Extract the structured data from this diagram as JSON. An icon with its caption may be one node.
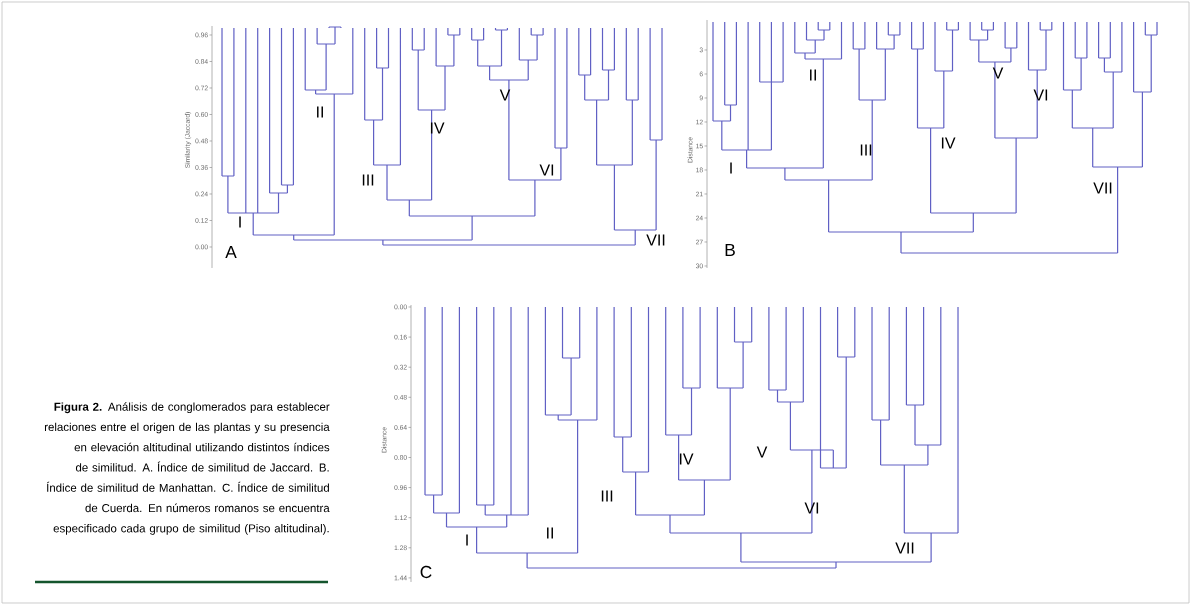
{
  "diagram": {
    "caption": "**Figura 2.** Análisis de conglomerados para establecer relaciones entre el origen de las plantas y su presencia en elevación altitudinal utilizando distintos índices de similitud. A. Índice de similitud de Jaccard. B. Índice de similitud de Manhattan. C. Índice de similitud de Cuerda. En números romanos se encuentra especificado cada grupo de similitud (Piso altitudinal).",
    "labels": [
      "0.96",
      "0.84",
      "0.72",
      "0.60",
      "0.48",
      "0.36",
      "0.24",
      "0.12",
      "0.00",
      "Similarity (Jaccard)",
      "I",
      "II",
      "III",
      "IV",
      "V",
      "VI",
      "VII",
      "A",
      "3",
      "6",
      "9",
      "12",
      "15",
      "18",
      "21",
      "24",
      "27",
      "30",
      "Distance",
      "I",
      "II",
      "III",
      "IV",
      "V",
      "VI",
      "VII",
      "B",
      "0.00",
      "0.16",
      "0.32",
      "0.48",
      "0.64",
      "0.80",
      "0.96",
      "1.12",
      "1.28",
      "1.44",
      "Distance",
      "I",
      "II",
      "III",
      "IV",
      "V",
      "VI",
      "VII",
      "C"
    ]
  }
}
